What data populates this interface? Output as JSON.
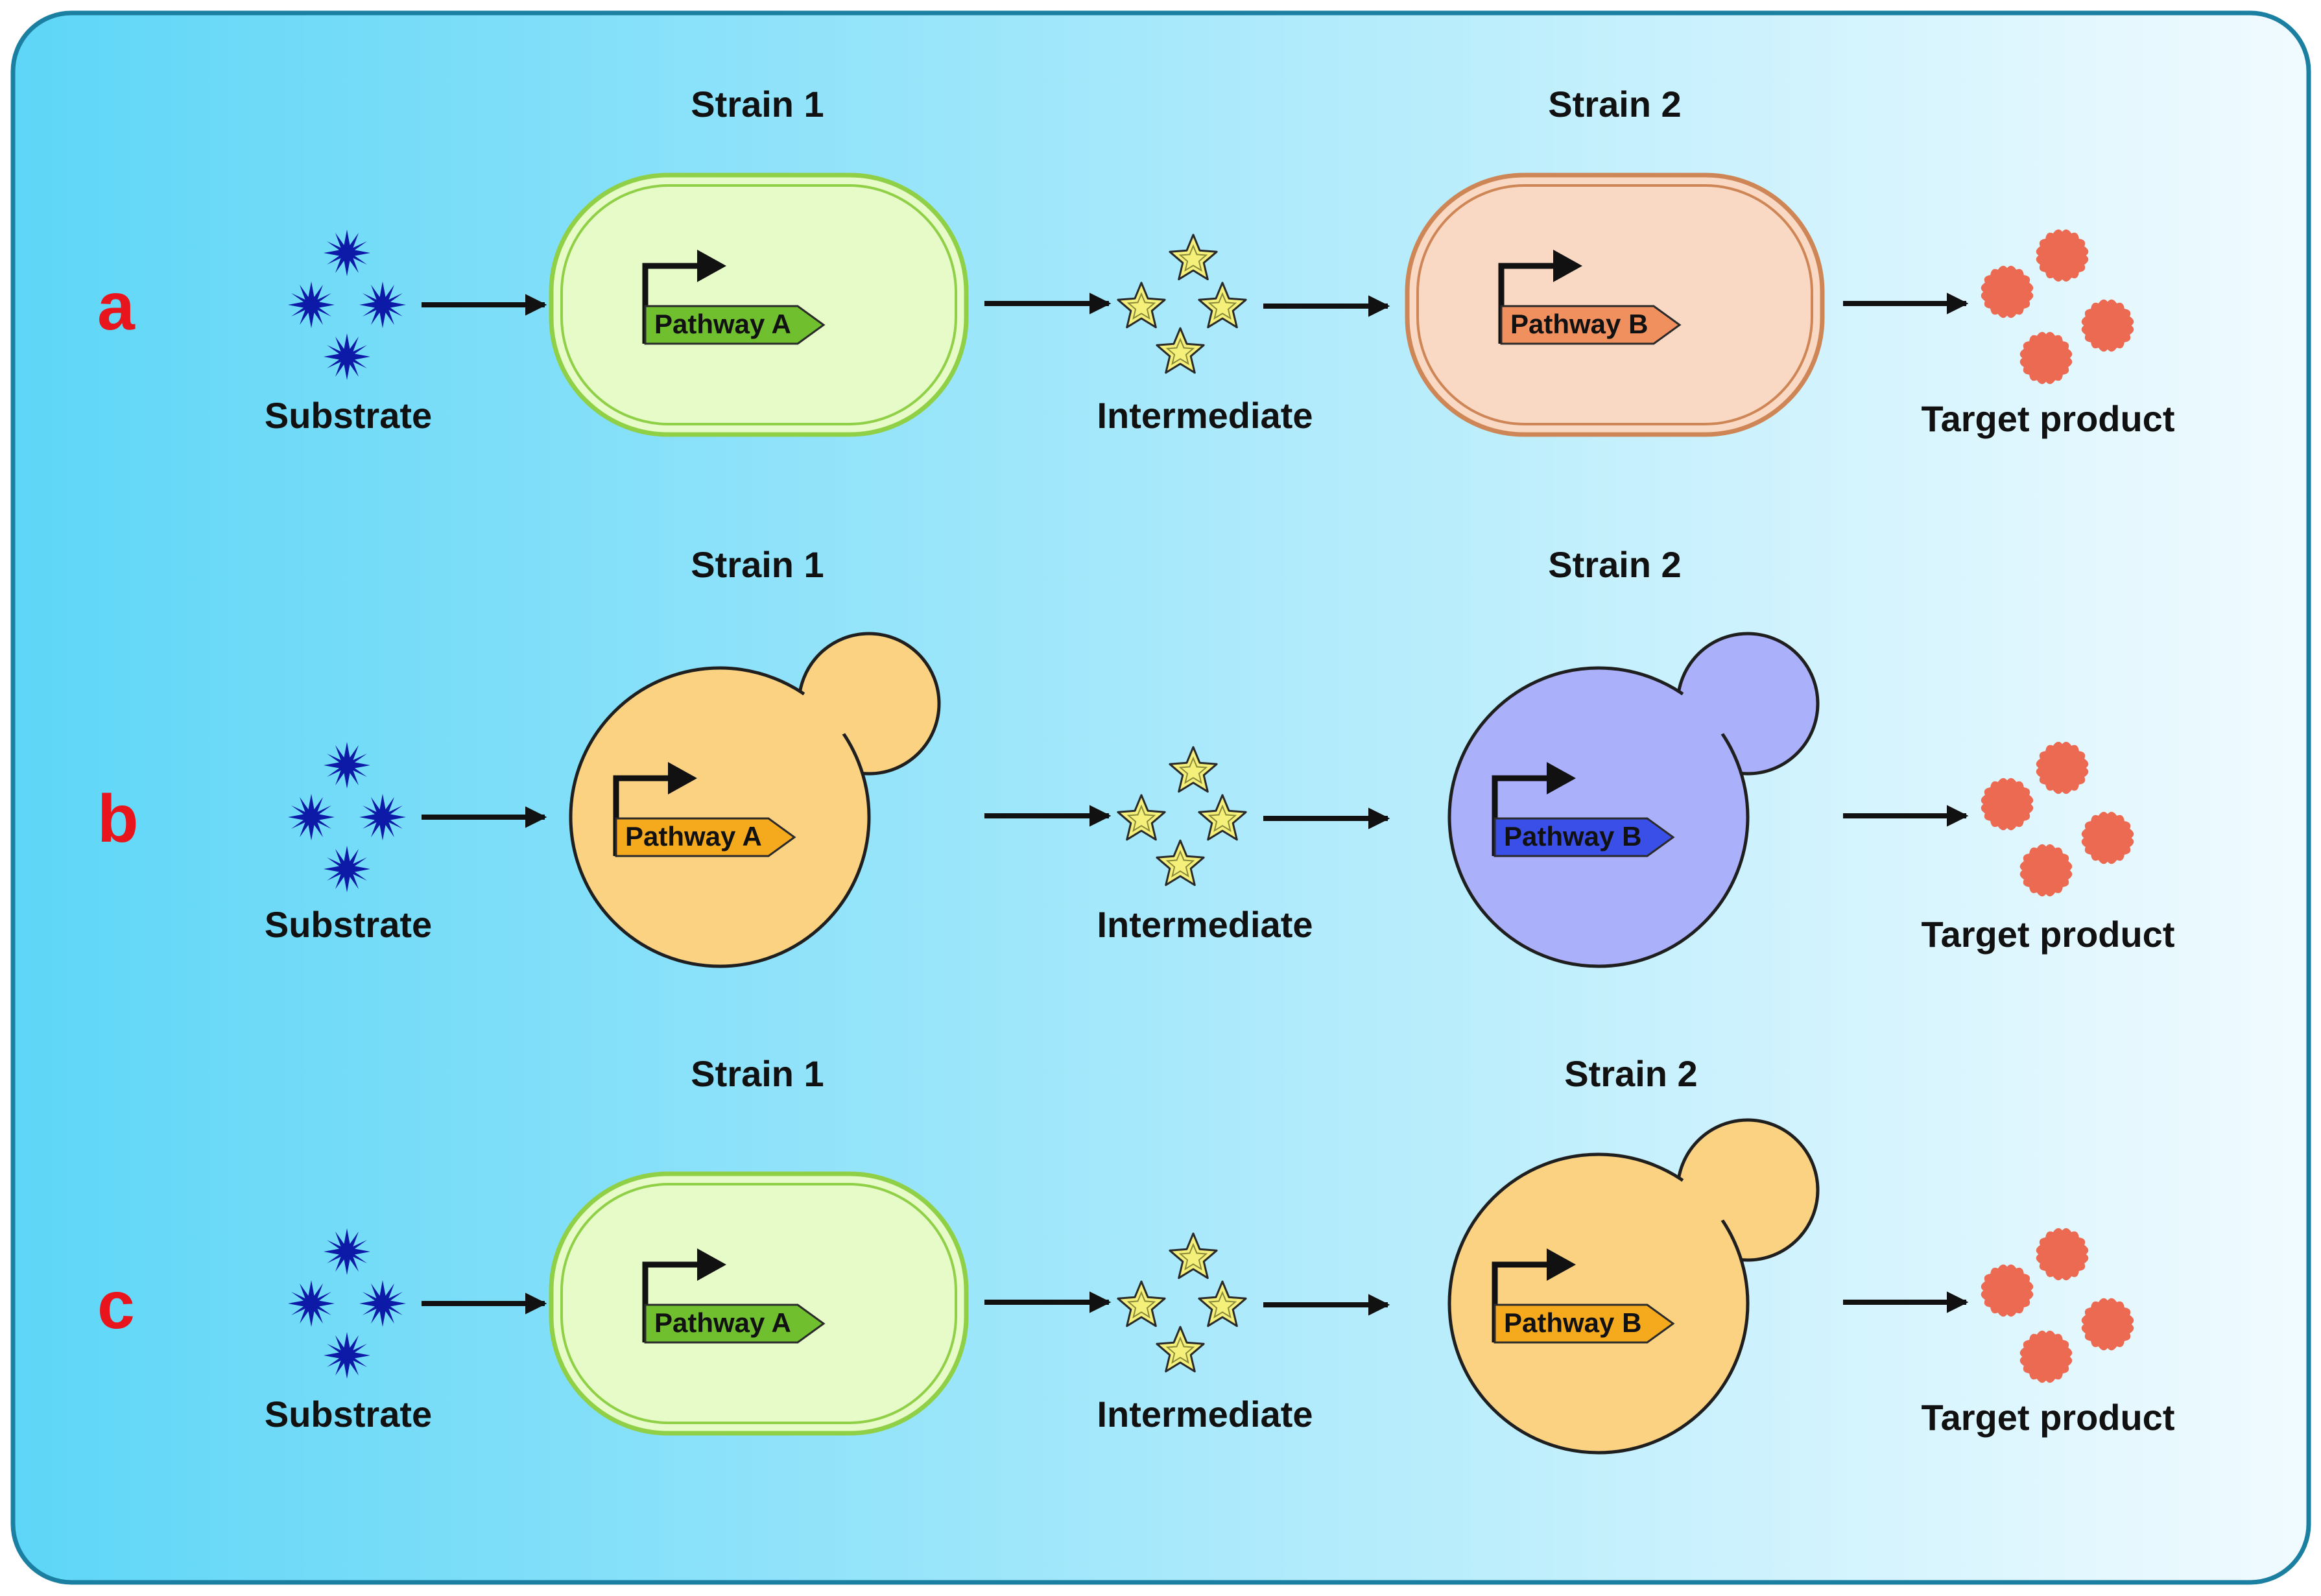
{
  "colors": {
    "background_left": "#5ed6f7",
    "background_right": "#f1fbff",
    "frame_border": "#1a7fa0",
    "row_letter": "#e8151c",
    "substrate": "#0d1aa8",
    "intermediate_fill": "#f4f07a",
    "target_product": "#ec6a52",
    "bacterium_green_fill": "#e7fbc9",
    "bacterium_green_border": "#8fd046",
    "bacterium_orange_fill": "#fad9c4",
    "bacterium_orange_border": "#cf8656",
    "yeast_orange_fill": "#fad282",
    "yeast_purple_fill": "#aab0f9",
    "gene_green": "#6fbf2e",
    "gene_orange": "#f5aa1d",
    "gene_salmon": "#f0905f",
    "gene_blue": "#3a4fe8"
  },
  "rows": [
    {
      "letter": "a",
      "substrate_label": "Substrate",
      "strain1": {
        "title": "Strain 1",
        "cell": "bacterium",
        "pathway": "Pathway A",
        "fill_key": "bacterium_green_fill",
        "border_key": "bacterium_green_border",
        "gene_key": "gene_green"
      },
      "intermediate_label": "Intermediate",
      "strain2": {
        "title": "Strain 2",
        "cell": "bacterium",
        "pathway": "Pathway B",
        "fill_key": "bacterium_orange_fill",
        "border_key": "bacterium_orange_border",
        "gene_key": "gene_salmon"
      },
      "product_label": "Target product"
    },
    {
      "letter": "b",
      "substrate_label": "Substrate",
      "strain1": {
        "title": "Strain 1",
        "cell": "yeast",
        "pathway": "Pathway A",
        "fill_key": "yeast_orange_fill",
        "gene_key": "gene_orange"
      },
      "intermediate_label": "Intermediate",
      "strain2": {
        "title": "Strain 2",
        "cell": "yeast",
        "pathway": "Pathway B",
        "fill_key": "yeast_purple_fill",
        "gene_key": "gene_blue"
      },
      "product_label": "Target product"
    },
    {
      "letter": "c",
      "substrate_label": "Substrate",
      "strain1": {
        "title": "Strain 1",
        "cell": "bacterium",
        "pathway": "Pathway A",
        "fill_key": "bacterium_green_fill",
        "border_key": "bacterium_green_border",
        "gene_key": "gene_green"
      },
      "intermediate_label": "Intermediate",
      "strain2": {
        "title": "Strain 2",
        "cell": "yeast",
        "pathway": "Pathway B",
        "fill_key": "yeast_orange_fill",
        "gene_key": "gene_orange"
      },
      "product_label": "Target product"
    }
  ]
}
